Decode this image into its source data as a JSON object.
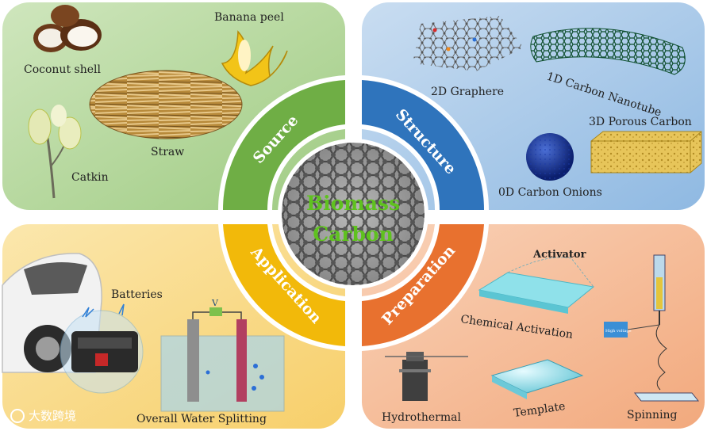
{
  "center": {
    "line1": "Biomass",
    "line2": "Carbon"
  },
  "ring": {
    "source": "Source",
    "structure": "Structure",
    "application": "Application",
    "preparation": "Preparation"
  },
  "source": {
    "coconut": "Coconut shell",
    "banana": "Banana peel",
    "straw": "Straw",
    "catkin": "Catkin"
  },
  "structure": {
    "graphene": "2D Graphere",
    "nanotube": "1D Carbon Nanotube",
    "porous": "3D Porous Carbon",
    "onions": "0D Carbon Onions"
  },
  "application": {
    "batteries": "Batteries",
    "water": "Overall Water Splitting",
    "volt": "V"
  },
  "preparation": {
    "activator": "Activator",
    "chemical": "Chemical Activation",
    "hydrothermal": "Hydrothermal",
    "template": "Template",
    "spinning": "Spinning",
    "highvoltage": "High voltage"
  },
  "watermark": "大数跨境",
  "colors": {
    "source_bg": "#a9d18e",
    "structure_bg": "#9dc3e6",
    "application_bg": "#ffd966",
    "preparation_bg": "#f4b183",
    "source_ring": "#70ad47",
    "structure_ring": "#2e75b6",
    "application_ring": "#f0b800",
    "preparation_ring": "#e97132"
  }
}
